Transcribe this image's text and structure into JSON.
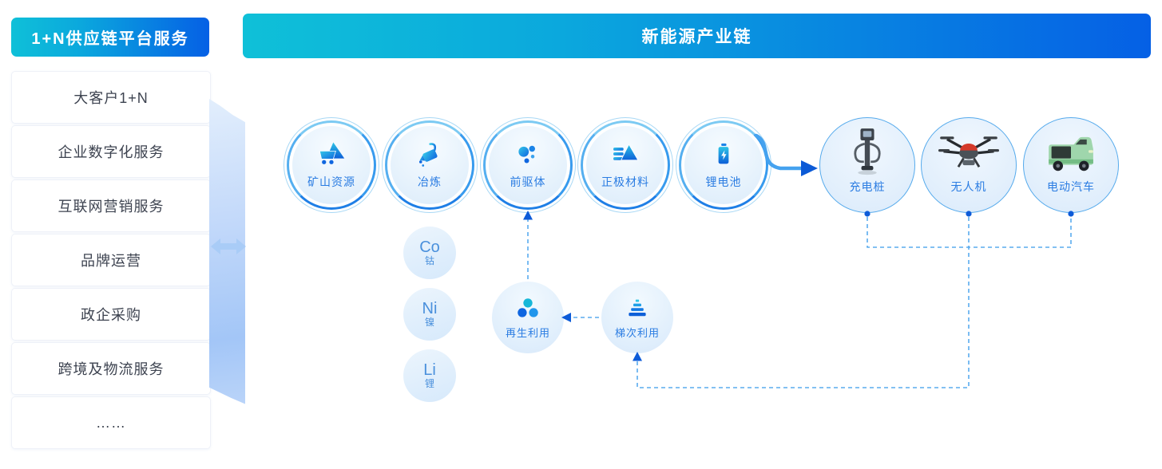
{
  "colors": {
    "header_gradient_start": "#0fc0d8",
    "header_gradient_end": "#0560e5",
    "ring_blue": "#3f9fee",
    "label_blue": "#2a7ce2",
    "dashed_line_blue": "#5aabee",
    "arrowhead_blue": "#0d5bd8",
    "band_blue": "#b3cff8"
  },
  "sidebar": {
    "title": "1+N供应链平台服务",
    "items": [
      "大客户1+N",
      "企业数字化服务",
      "互联网营销服务",
      "品牌运营",
      "政企采购",
      "跨境及物流服务",
      "……"
    ]
  },
  "main": {
    "title": "新能源产业链",
    "chain": [
      {
        "label": "矿山资源",
        "icon": "mine-cart-icon"
      },
      {
        "label": "冶炼",
        "icon": "smelting-ladle-icon"
      },
      {
        "label": "前驱体",
        "icon": "precursor-particles-icon"
      },
      {
        "label": "正极材料",
        "icon": "cathode-material-icon"
      },
      {
        "label": "锂电池",
        "icon": "lithium-battery-icon"
      }
    ],
    "applications": [
      {
        "label": "充电桩",
        "icon": "charging-pile-icon"
      },
      {
        "label": "无人机",
        "icon": "drone-icon"
      },
      {
        "label": "电动汽车",
        "icon": "electric-vehicle-icon"
      }
    ],
    "metals": [
      {
        "symbol": "Co",
        "name": "钴"
      },
      {
        "symbol": "Ni",
        "name": "镍"
      },
      {
        "symbol": "Li",
        "name": "锂"
      }
    ],
    "recycle": [
      {
        "label": "再生利用",
        "icon": "recycle-icon"
      },
      {
        "label": "梯次利用",
        "icon": "cascade-steps-icon"
      }
    ]
  }
}
